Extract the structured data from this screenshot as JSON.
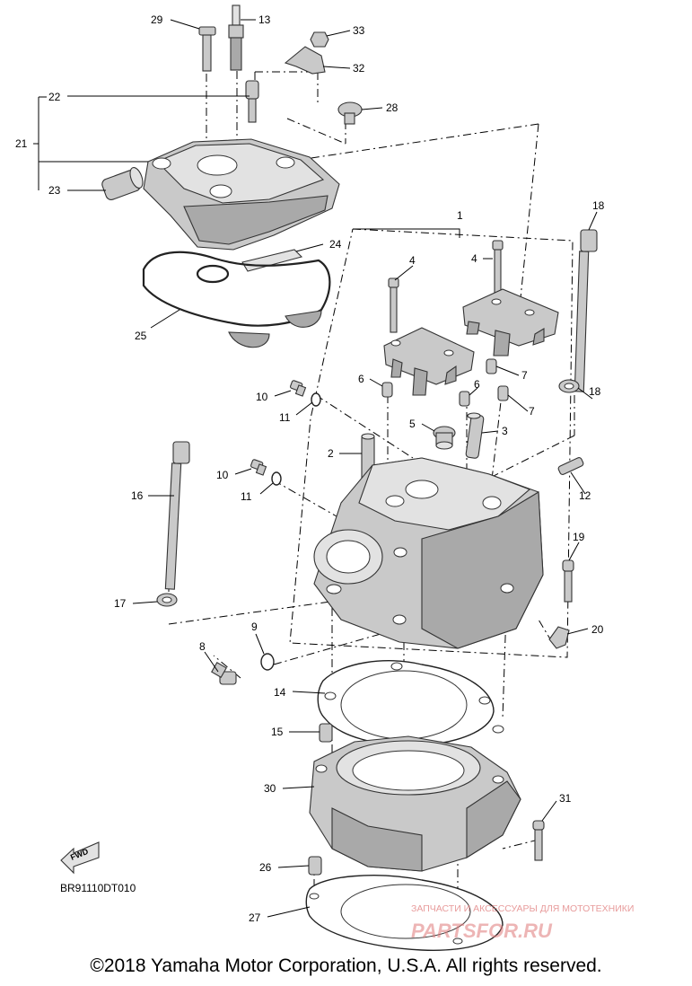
{
  "diagram": {
    "callouts": [
      "1",
      "2",
      "3",
      "4",
      "4",
      "5",
      "6",
      "6",
      "7",
      "7",
      "8",
      "9",
      "10",
      "10",
      "11",
      "11",
      "12",
      "13",
      "14",
      "15",
      "16",
      "17",
      "18",
      "18",
      "19",
      "20",
      "21",
      "22",
      "23",
      "24",
      "25",
      "26",
      "27",
      "28",
      "29",
      "30",
      "31",
      "32",
      "33"
    ],
    "fwd_label": "FWD",
    "code": "BR91110DT010",
    "copyright": "©2018 Yamaha Motor Corporation, U.S.A. All rights reserved."
  },
  "watermark": {
    "line1": "ЗАПЧАСТИ И АКСЕССУАРЫ ДЛЯ МОТОТЕХНИКИ",
    "line2": "PARTSFOR.RU"
  }
}
